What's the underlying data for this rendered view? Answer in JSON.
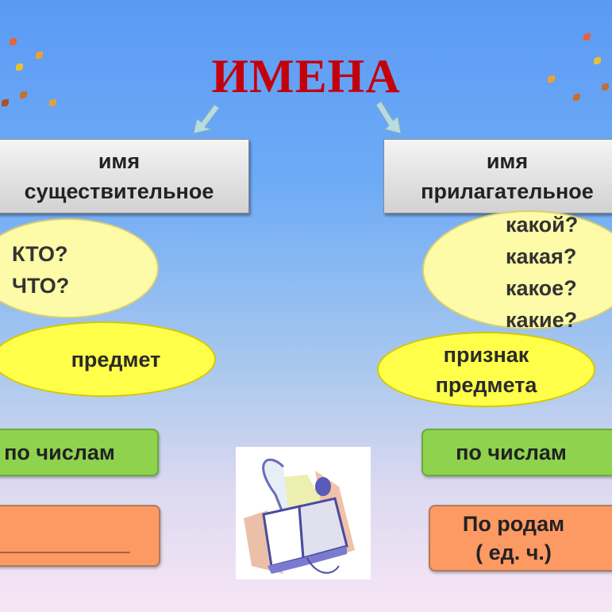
{
  "title": "ИМЕНА",
  "noun": {
    "heading_line1": "имя",
    "heading_line2": "существительное",
    "questions": [
      "КТО?",
      "ЧТО?"
    ],
    "meaning": "предмет",
    "number": "по числам",
    "gender": "___________"
  },
  "adjective": {
    "heading_line1": "имя",
    "heading_line2": "прилагательное",
    "questions": [
      "какой?",
      "какая?",
      "какое?",
      "какие?"
    ],
    "meaning_line1": "признак",
    "meaning_line2": "предмета",
    "number": "по числам",
    "gender_line1": "По родам",
    "gender_line2": "( ед. ч.)"
  },
  "colors": {
    "title": "#c4000c",
    "green": "#8ed24e",
    "orange": "#fd9962",
    "yellow": "#ffff4a"
  }
}
